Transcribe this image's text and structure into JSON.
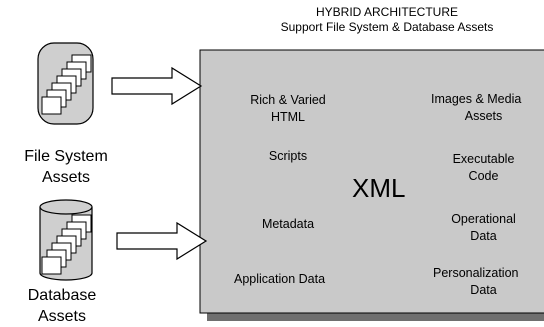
{
  "header": {
    "title": "HYBRID ARCHITECTURE",
    "subtitle": "Support File System & Database Assets"
  },
  "sources": {
    "file_system": {
      "line1": "File System",
      "line2": "Assets"
    },
    "database": {
      "line1": "Database",
      "line2": "Assets"
    }
  },
  "panel": {
    "center": "XML",
    "left": [
      {
        "line1": "Rich & Varied",
        "line2": "HTML"
      },
      {
        "line1": "Scripts",
        "line2": ""
      },
      {
        "line1": "Metadata",
        "line2": ""
      },
      {
        "line1": "Application Data",
        "line2": ""
      }
    ],
    "right": [
      {
        "line1": "Images & Media",
        "line2": "Assets"
      },
      {
        "line1": "Executable",
        "line2": "Code"
      },
      {
        "line1": "Operational",
        "line2": "Data"
      },
      {
        "line1": "Personalization",
        "line2": "Data"
      }
    ]
  },
  "colors": {
    "panel_fill": "#c9c9c9",
    "panel_shadow": "#6f6f6f",
    "cylinder_fill": "#cfcfcf",
    "stroke": "#000000"
  }
}
